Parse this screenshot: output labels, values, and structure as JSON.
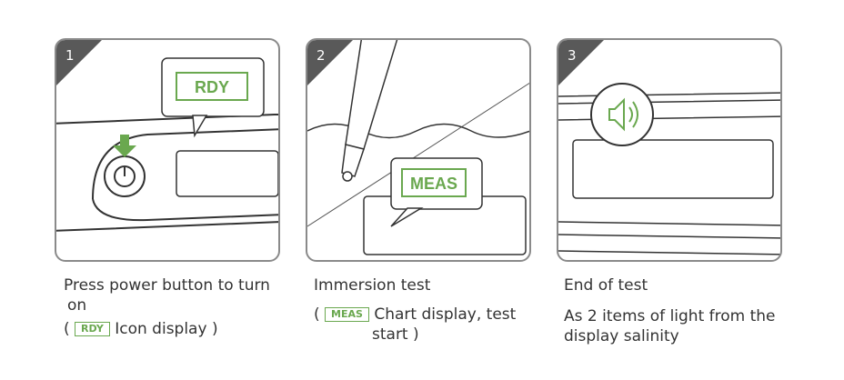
{
  "steps": [
    {
      "number": "1",
      "display": "RDY",
      "title": "Press power button to turn",
      "title2": "on",
      "note_open": "(",
      "note_tag": "RDY",
      "note_text": "Icon display )"
    },
    {
      "number": "2",
      "display": "MEAS",
      "title": "Immersion test",
      "note_open": "(",
      "note_tag": "MEAS",
      "note_text": "Chart display, test",
      "note_text2": "start )"
    },
    {
      "number": "3",
      "title": "End of test",
      "note_text": "As 2 items of light from the",
      "note_text2": "display salinity"
    }
  ],
  "colors": {
    "accent": "#6aa84f",
    "frame": "#8a8a8a",
    "corner": "#595959"
  }
}
